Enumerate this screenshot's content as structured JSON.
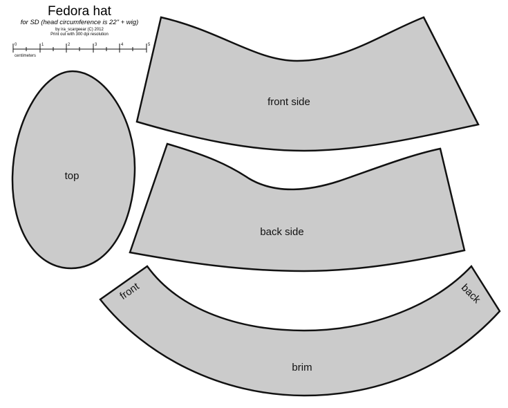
{
  "header": {
    "title": "Fedora hat",
    "subtitle": "for SD (head circumference is 22\" + wig)",
    "credit": "by ira_scargeear (C) 2012",
    "instruction": "Print out with 300 dpi resolution"
  },
  "ruler": {
    "unit_label": "centimeters",
    "ticks": [
      "0",
      "1",
      "2",
      "3",
      "4",
      "5"
    ]
  },
  "pieces": {
    "top": "top",
    "front_side": "front side",
    "back_side": "back side",
    "brim": "brim",
    "brim_front": "front",
    "brim_back": "back"
  },
  "colors": {
    "fill": "#cbcbcb",
    "outline": "#111111"
  }
}
